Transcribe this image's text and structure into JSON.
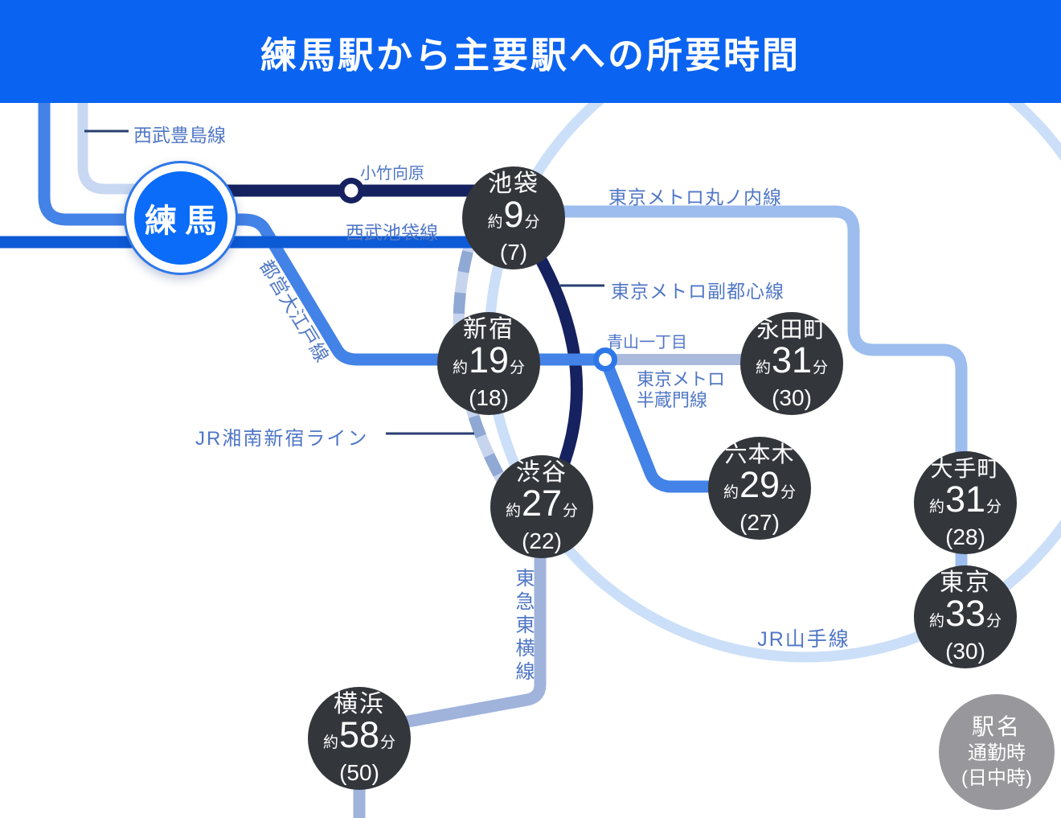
{
  "title": "練馬駅から主要駅への所要時間",
  "origin": {
    "name": "練馬"
  },
  "rail_lines": {
    "seibu_toshima": "西武豊島線",
    "seibu_ikebukuro": "西武池袋線",
    "toei_oedo": "都営大江戸線",
    "metro_marunouchi": "東京メトロ丸ノ内線",
    "metro_fukutoshin": "東京メトロ副都心線",
    "metro_hanzomon_line1": "東京メトロ",
    "metro_hanzomon_line2": "半蔵門線",
    "jr_shonan_shinjuku": "JR湘南新宿ライン",
    "jr_yamanote": "JR山手線",
    "tokyu_toyoko": "東急東横線"
  },
  "interchanges": {
    "kotake_mukaihara": "小竹向原",
    "aoyama_itchome": "青山一丁目"
  },
  "stations": [
    {
      "name": "池袋",
      "approx": "約",
      "minutes": "9",
      "unit": "分",
      "daytime": "(7)"
    },
    {
      "name": "新宿",
      "approx": "約",
      "minutes": "19",
      "unit": "分",
      "daytime": "(18)"
    },
    {
      "name": "渋谷",
      "approx": "約",
      "minutes": "27",
      "unit": "分",
      "daytime": "(22)"
    },
    {
      "name": "永田町",
      "approx": "約",
      "minutes": "31",
      "unit": "分",
      "daytime": "(30)"
    },
    {
      "name": "六本木",
      "approx": "約",
      "minutes": "29",
      "unit": "分",
      "daytime": "(27)"
    },
    {
      "name": "大手町",
      "approx": "約",
      "minutes": "31",
      "unit": "分",
      "daytime": "(28)"
    },
    {
      "name": "東京",
      "approx": "約",
      "minutes": "33",
      "unit": "分",
      "daytime": "(30)"
    },
    {
      "name": "横浜",
      "approx": "約",
      "minutes": "58",
      "unit": "分",
      "daytime": "(50)"
    }
  ],
  "legend": {
    "station_label": "駅名",
    "commute_label": "通勤時",
    "daytime_label": "(日中時)"
  },
  "colors": {
    "title_bar": "#0B63F1",
    "nerima_fill": "#0A6CF8",
    "nerima_ring": "#2E77E8",
    "seibu_yurakucho_navy": "#16215F",
    "seibu_ikebukuro_blue": "#0D5AD6",
    "toei_oedo_blue": "#4382E6",
    "marunouchi_soft_blue": "#9CBDEE",
    "hanzomon_muted_blue": "#A9BADC",
    "toyoko_muted_blue": "#9FB3DB",
    "yamanote_pale_blue": "#CBDFF8",
    "toshima_pale_blue": "#C8D8F2",
    "shonan_stripe_light": "#C6D4EE",
    "shonan_stripe_dark": "#8FA8D4",
    "label_text": "#5077C6",
    "station_circle": "#33363B",
    "legend_circle": "#98989C"
  }
}
